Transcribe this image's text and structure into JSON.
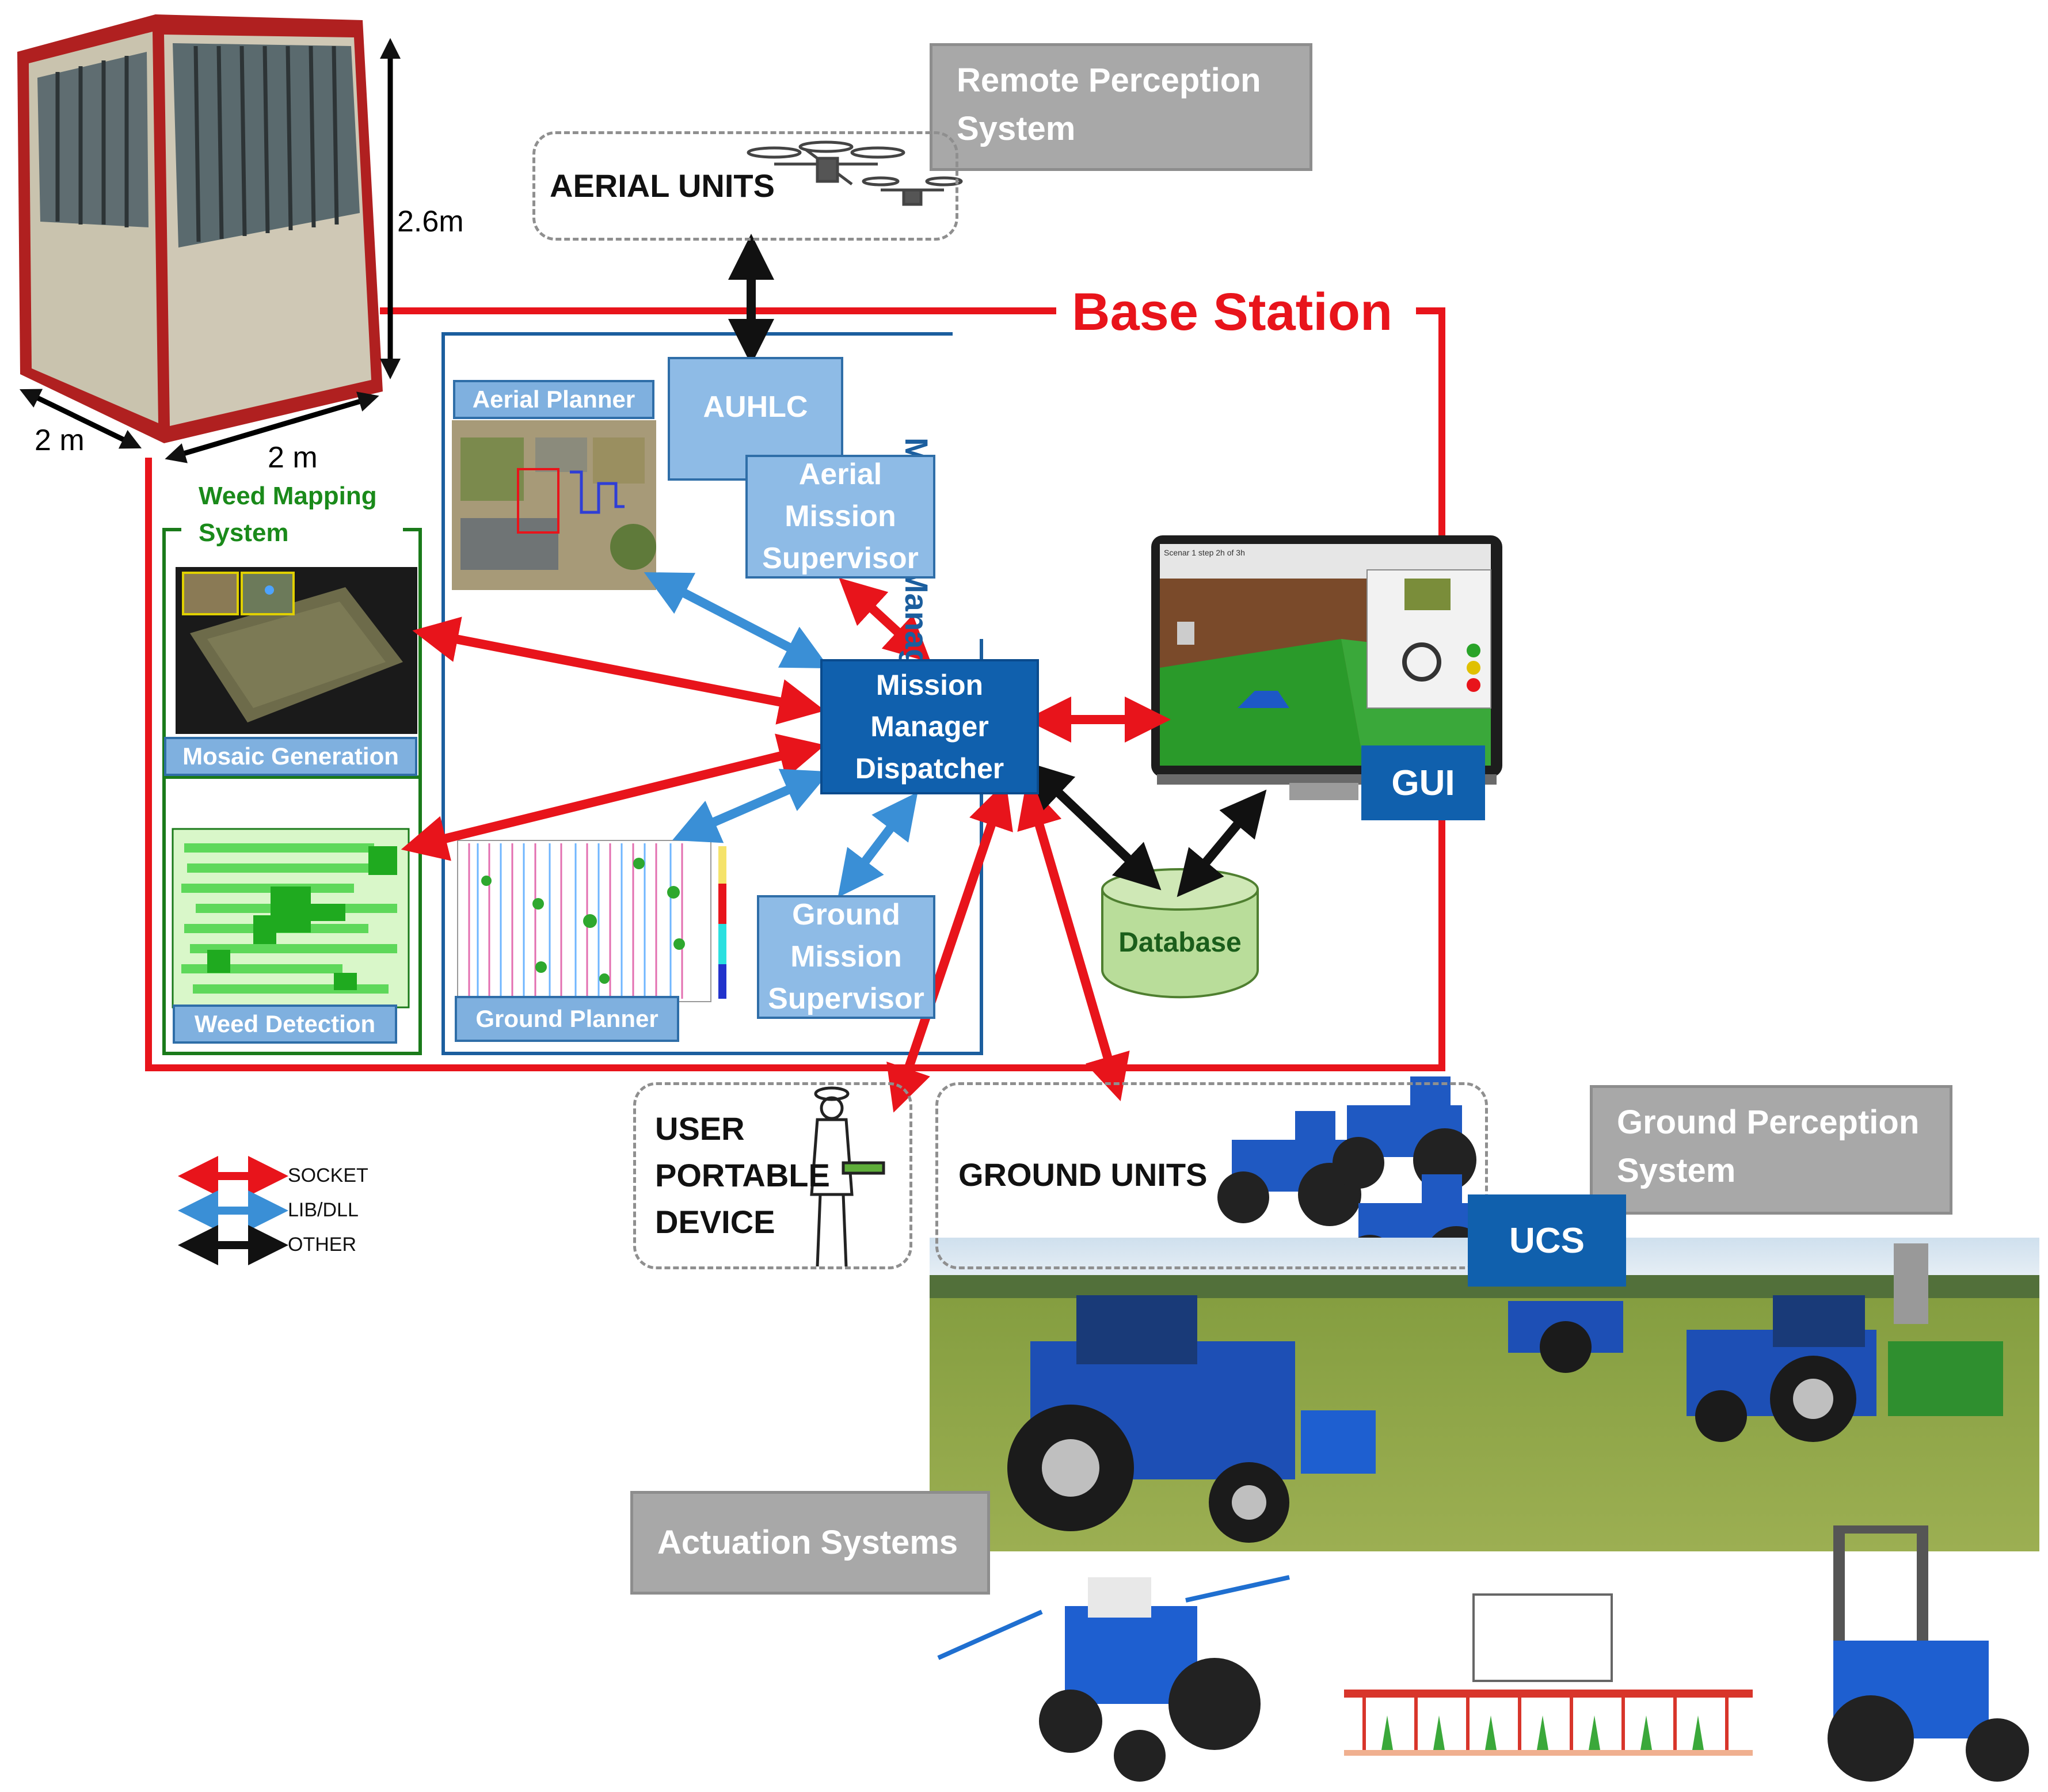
{
  "cabin": {
    "height_label": "2.6m",
    "width_left_label": "2 m",
    "width_right_label": "2 m"
  },
  "base_station": {
    "title": "Base Station"
  },
  "mission_manager": {
    "label": "Mission Manager"
  },
  "weed_mapping": {
    "title": "Weed Mapping\nSystem",
    "mosaic": "Mosaic  Generation",
    "detection": "Weed Detection"
  },
  "aerial_planner": {
    "label": "Aerial Planner"
  },
  "ground_planner": {
    "label": "Ground Planner"
  },
  "auhlc": {
    "label": "AUHLC"
  },
  "aerial_supervisor": {
    "label": "Aerial\nMission\nSupervisor"
  },
  "ground_supervisor": {
    "label": "Ground\nMission\nSupervisor"
  },
  "dispatcher": {
    "label": "Mission\nManager\nDispatcher"
  },
  "database": {
    "label": "Database"
  },
  "gui": {
    "label": "GUI",
    "screen_text": "Scenar 1  step 2h of 3h"
  },
  "remote_perception": {
    "label": "Remote Perception\nSystem"
  },
  "aerial_units": {
    "label": "AERIAL UNITS"
  },
  "user_device": {
    "label": "USER\nPORTABLE\nDEVICE"
  },
  "ground_units": {
    "label": "GROUND UNITS"
  },
  "ground_perception": {
    "label": "Ground Perception\nSystem"
  },
  "ucs": {
    "label": "UCS"
  },
  "actuation": {
    "label": "Actuation Systems"
  },
  "legend": {
    "items": [
      {
        "label": "SOCKET",
        "color": "#e8141b"
      },
      {
        "label": "LIB/DLL",
        "color": "#3a8fd6"
      },
      {
        "label": "OTHER",
        "color": "#111111"
      }
    ]
  },
  "colors": {
    "socket": "#e8141b",
    "lib": "#3a8fd6",
    "other": "#111111",
    "base": "#e8141b",
    "mm_border": "#1b5e9e",
    "wms_border": "#1a7a1a"
  }
}
